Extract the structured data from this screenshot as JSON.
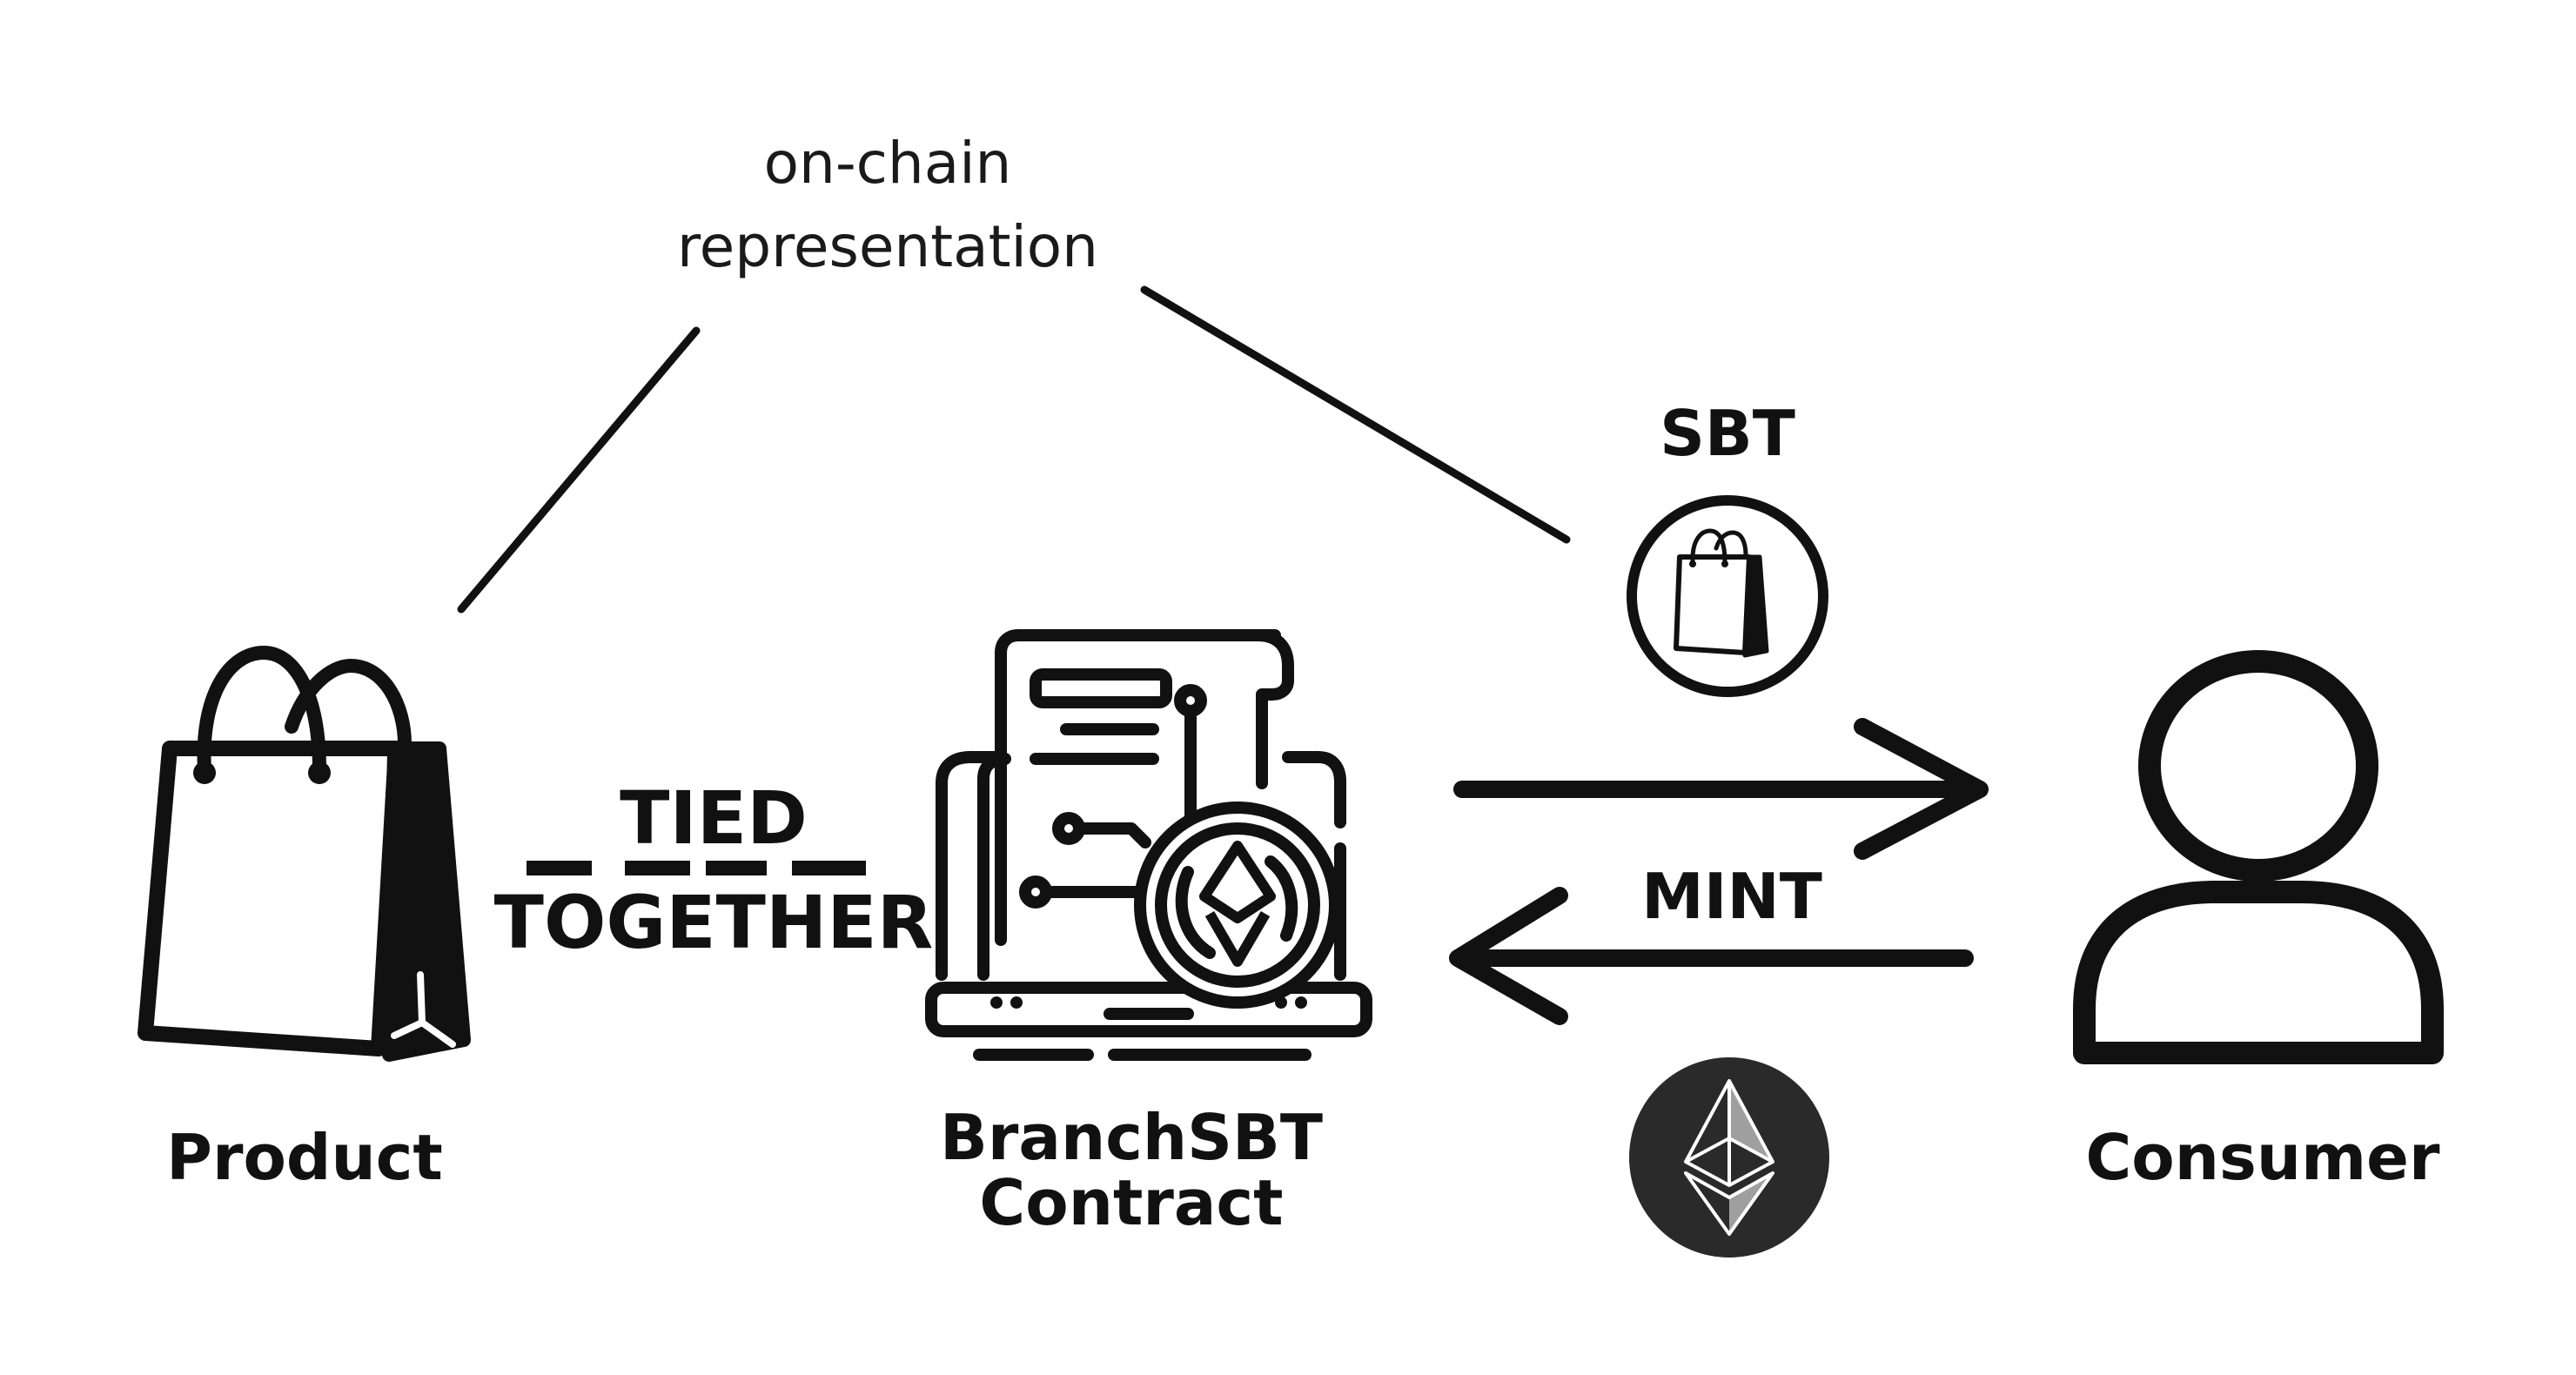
{
  "annotation": {
    "line1": "on-chain",
    "line2": "representation"
  },
  "product": {
    "label": "Product",
    "icon": "shopping-bag-icon"
  },
  "tie": {
    "top": "TIED",
    "bottom": "TOGETHER"
  },
  "contract": {
    "line1": "BranchSBT",
    "line2": "Contract",
    "icon": "smart-contract-icon"
  },
  "sbt": {
    "label": "SBT",
    "icon": "shopping-bag-token-icon"
  },
  "mint": {
    "label": "MINT"
  },
  "ethereum": {
    "icon": "ethereum-coin-icon"
  },
  "consumer": {
    "label": "Consumer",
    "icon": "user-icon"
  },
  "colors": {
    "ink": "#111111",
    "coin": "#2a2a2a",
    "paper": "#ffffff"
  }
}
